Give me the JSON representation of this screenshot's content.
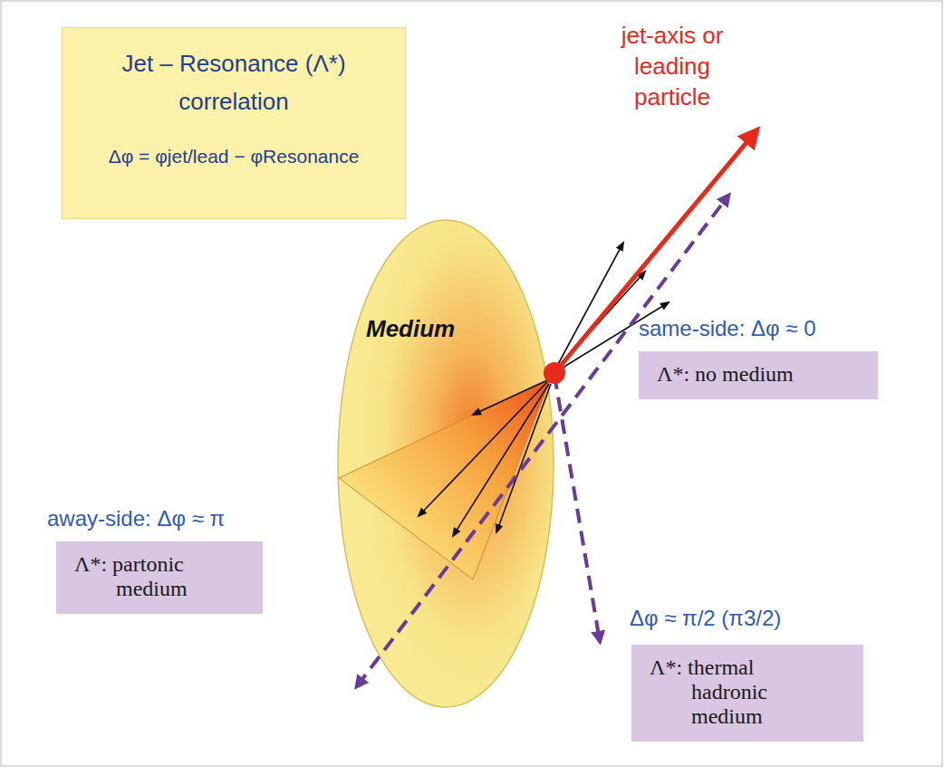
{
  "diagram": {
    "nodes": [
      {
        "text": [
          "Jet – Resonance (Λ*) correlation",
          "Δφ = φjet/lead − φResonance"
        ]
      },
      {
        "text": [
          "Medium"
        ]
      },
      {
        "text": [
          "same-side: Δφ ≈ 0",
          "Λ*: no medium"
        ]
      },
      {
        "text": [
          "away-side: Δφ ≈ π",
          "Λ*: partonic medium"
        ]
      },
      {
        "text": [
          "Δφ ≈ π/2 (π3/2)",
          "Λ*: thermal hadronic medium"
        ]
      }
    ],
    "labels": [
      "jet-axis or leading particle"
    ]
  }
}
